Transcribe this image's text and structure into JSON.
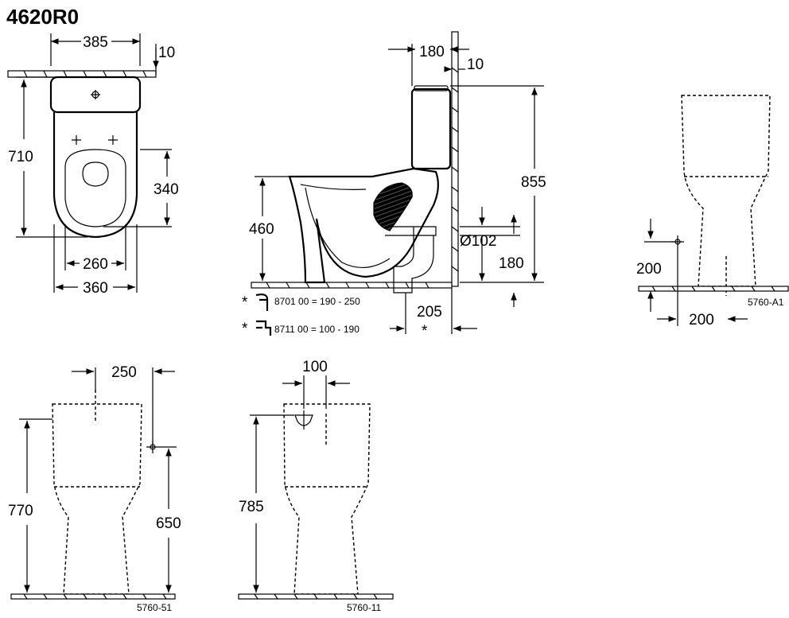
{
  "title": "4620R0",
  "top_view": {
    "dims": [
      "385",
      "10",
      "710",
      "340",
      "260",
      "360"
    ]
  },
  "side_view": {
    "dims": [
      "180",
      "10",
      "855",
      "460",
      "Ø102",
      "180",
      "205"
    ],
    "accessories": [
      {
        "star": "*",
        "text": "8701 00 = 190 - 250"
      },
      {
        "star": "*",
        "text": "8711 00 = 100 - 190"
      }
    ],
    "star_note": "*"
  },
  "view_a1": {
    "dims": [
      "200",
      "200"
    ],
    "code": "5760-A1"
  },
  "view_51": {
    "dims": [
      "250",
      "770",
      "650"
    ],
    "code": "5760-51"
  },
  "view_11": {
    "dims": [
      "100",
      "785"
    ],
    "code": "5760-11"
  }
}
